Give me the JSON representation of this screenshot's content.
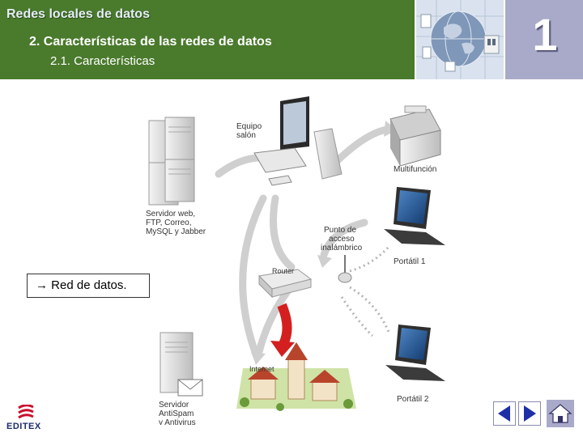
{
  "header": {
    "course_title": "Redes locales de datos",
    "section_title": "2.  Características de las redes de datos",
    "subsection_title": "2.1. Características",
    "chapter_number": "1"
  },
  "diagram": {
    "labels": {
      "server_web": [
        "Servidor web,",
        "FTP, Correo,",
        "MySQL y Jabber"
      ],
      "equipo_salon": [
        "Equipo",
        "salón"
      ],
      "multifuncion": "Multifunción",
      "punto_acceso": [
        "Punto de",
        "acceso",
        "inalámbrico"
      ],
      "portatil_1": "Portátil 1",
      "router": "Router",
      "internet": "Internet",
      "portatil_2": "Portátil 2",
      "server_antispam": [
        "Servidor",
        "AntiSpam",
        "y Antivirus"
      ]
    }
  },
  "caption": {
    "text": "→ Red de datos."
  },
  "footer": {
    "logo_text": "EDITEX"
  },
  "colors": {
    "header_green": "#4a7a2c",
    "chapter_box": "#a9a9c9",
    "nav_arrow": "#1f2fa8"
  }
}
